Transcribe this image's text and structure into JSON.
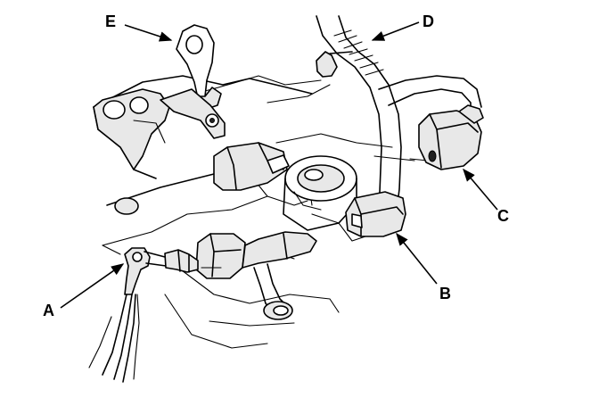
{
  "callouts": {
    "a": "A",
    "b": "B",
    "c": "C",
    "d": "D",
    "e": "E"
  },
  "colors": {
    "ink": "#000000",
    "paper": "#ffffff",
    "shade": "#e8e8e8"
  }
}
